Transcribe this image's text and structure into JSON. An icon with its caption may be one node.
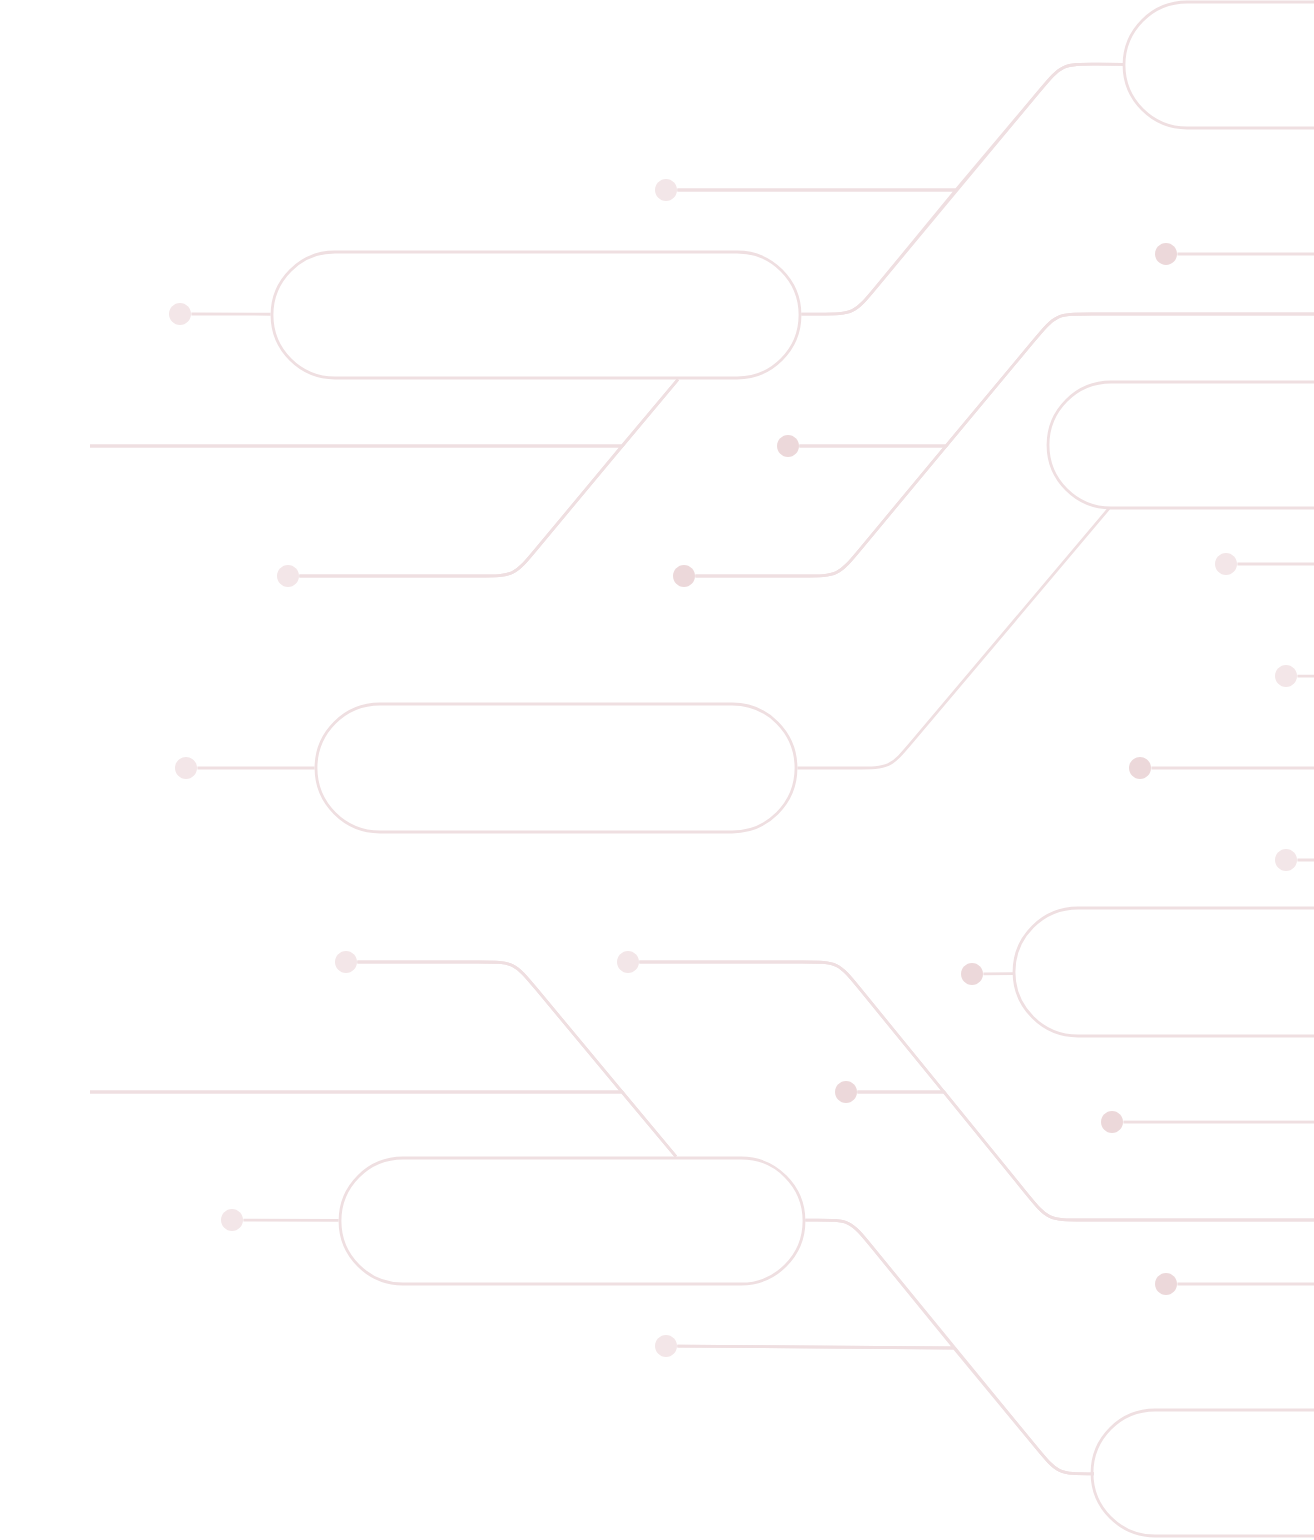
{
  "diagram": {
    "nodes": [
      {
        "text": [],
        "shape": "box"
      },
      {
        "text": [],
        "shape": "circle"
      },
      {
        "text": [],
        "shape": "circle"
      },
      {
        "text": [],
        "shape": "circle"
      },
      {
        "text": [],
        "shape": "box"
      },
      {
        "text": [],
        "shape": "circle"
      },
      {
        "text": [],
        "shape": "box"
      },
      {
        "text": [],
        "shape": "circle"
      },
      {
        "text": [],
        "shape": "circle"
      },
      {
        "text": [],
        "shape": "circle"
      },
      {
        "text": [],
        "shape": "circle"
      },
      {
        "text": [],
        "shape": "circle"
      },
      {
        "text": [],
        "shape": "box"
      },
      {
        "text": [],
        "shape": "circle"
      },
      {
        "text": [],
        "shape": "circle"
      },
      {
        "text": [],
        "shape": "circle"
      },
      {
        "text": [],
        "shape": "circle"
      },
      {
        "text": [],
        "shape": "circle"
      },
      {
        "text": [],
        "shape": "box"
      },
      {
        "text": [],
        "shape": "circle"
      },
      {
        "text": [],
        "shape": "circle"
      },
      {
        "text": [],
        "shape": "circle"
      },
      {
        "text": [],
        "shape": "box"
      },
      {
        "text": [],
        "shape": "circle"
      },
      {
        "text": [],
        "shape": "circle"
      },
      {
        "text": [],
        "shape": "box"
      }
    ],
    "edges": [
      {
        "from": 4,
        "to": 0,
        "arrow": "none"
      },
      {
        "from": 1,
        "to": 0,
        "arrow": "none"
      },
      {
        "from": 1,
        "to": 4,
        "arrow": "none"
      },
      {
        "from": 2,
        "to": null,
        "arrow": "none"
      },
      {
        "from": 9,
        "to": null,
        "arrow": "none"
      },
      {
        "from": 5,
        "to": null,
        "arrow": "none"
      },
      {
        "from": 5,
        "to": 9,
        "arrow": "none"
      },
      {
        "from": 4,
        "to": 8,
        "arrow": "none"
      },
      {
        "from": null,
        "to": 4,
        "arrow": "none"
      },
      {
        "from": null,
        "to": 8,
        "arrow": "none"
      },
      {
        "from": 3,
        "to": 4,
        "arrow": "none"
      },
      {
        "from": 12,
        "to": 6,
        "arrow": "none"
      },
      {
        "from": 7,
        "to": null,
        "arrow": "none"
      },
      {
        "from": 10,
        "to": null,
        "arrow": "none"
      },
      {
        "from": 11,
        "to": 12,
        "arrow": "none"
      },
      {
        "from": 13,
        "to": null,
        "arrow": "none"
      },
      {
        "from": 14,
        "to": null,
        "arrow": "none"
      },
      {
        "from": 15,
        "to": 22,
        "arrow": "none"
      },
      {
        "from": null,
        "to": 22,
        "arrow": "none"
      },
      {
        "from": null,
        "to": 15,
        "arrow": "none"
      },
      {
        "from": 16,
        "to": null,
        "arrow": "none"
      },
      {
        "from": 19,
        "to": null,
        "arrow": "none"
      },
      {
        "from": 19,
        "to": 16,
        "arrow": "none"
      },
      {
        "from": 17,
        "to": 18,
        "arrow": "none"
      },
      {
        "from": 20,
        "to": null,
        "arrow": "none"
      },
      {
        "from": 21,
        "to": 22,
        "arrow": "none"
      },
      {
        "from": 22,
        "to": 25,
        "arrow": "none"
      },
      {
        "from": 23,
        "to": null,
        "arrow": "none"
      },
      {
        "from": 24,
        "to": 22,
        "arrow": "none"
      },
      {
        "from": 24,
        "to": 25,
        "arrow": "none"
      }
    ]
  }
}
